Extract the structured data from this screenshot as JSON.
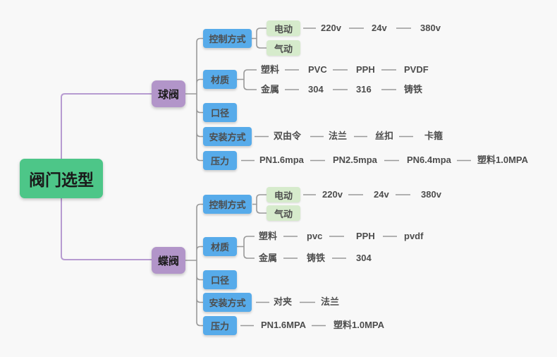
{
  "colors": {
    "background": "#f8f8f8",
    "root_green": "#4dc688",
    "branch_purple": "#b295c9",
    "topic_blue": "#57abea",
    "subtopic_green": "#d6ebcc",
    "text_dark": "#4d4d4d",
    "node_text_black": "#1a1a1a",
    "line_gray": "#999999",
    "line_purple": "#b79bd1"
  },
  "mindmap": {
    "root": {
      "label": "阀门选型"
    },
    "branches": [
      {
        "label": "球阀",
        "children": [
          {
            "label": "控制方式",
            "children": [
              {
                "label": "电动",
                "children": [
                  {
                    "label": "220v"
                  },
                  {
                    "label": "24v"
                  },
                  {
                    "label": "380v"
                  }
                ]
              },
              {
                "label": "气动"
              }
            ]
          },
          {
            "label": "材质",
            "children": [
              {
                "label": "塑料",
                "children": [
                  {
                    "label": "PVC"
                  },
                  {
                    "label": "PPH"
                  },
                  {
                    "label": "PVDF"
                  }
                ]
              },
              {
                "label": "金属",
                "children": [
                  {
                    "label": "304"
                  },
                  {
                    "label": "316"
                  },
                  {
                    "label": "铸铁"
                  }
                ]
              }
            ]
          },
          {
            "label": "口径"
          },
          {
            "label": "安装方式",
            "children": [
              {
                "label": "双由令"
              },
              {
                "label": "法兰"
              },
              {
                "label": "丝扣"
              },
              {
                "label": "卡箍"
              }
            ]
          },
          {
            "label": "压力",
            "children": [
              {
                "label": "PN1.6mpa"
              },
              {
                "label": "PN2.5mpa"
              },
              {
                "label": "PN6.4mpa"
              },
              {
                "label": "塑料1.0MPA"
              }
            ]
          }
        ]
      },
      {
        "label": "蝶阀",
        "children": [
          {
            "label": "控制方式",
            "children": [
              {
                "label": "电动",
                "children": [
                  {
                    "label": "220v"
                  },
                  {
                    "label": "24v"
                  },
                  {
                    "label": "380v"
                  }
                ]
              },
              {
                "label": "气动"
              }
            ]
          },
          {
            "label": "材质",
            "children": [
              {
                "label": "塑料",
                "children": [
                  {
                    "label": "pvc"
                  },
                  {
                    "label": "PPH"
                  },
                  {
                    "label": "pvdf"
                  }
                ]
              },
              {
                "label": "金属",
                "children": [
                  {
                    "label": "铸铁"
                  },
                  {
                    "label": "304"
                  }
                ]
              }
            ]
          },
          {
            "label": "口径"
          },
          {
            "label": "安装方式",
            "children": [
              {
                "label": "对夹"
              },
              {
                "label": "法兰"
              }
            ]
          },
          {
            "label": "压力",
            "children": [
              {
                "label": "PN1.6MPA"
              },
              {
                "label": "塑料1.0MPA"
              }
            ]
          }
        ]
      }
    ]
  }
}
